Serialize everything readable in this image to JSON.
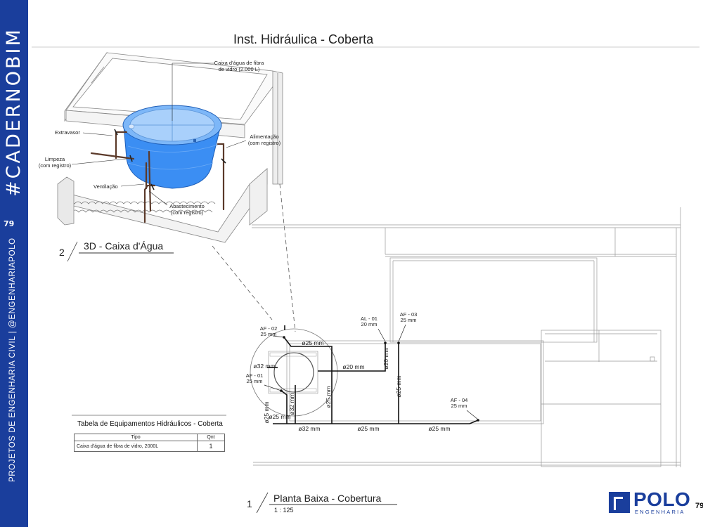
{
  "sidebar": {
    "brand": "#CADERNOBIM",
    "page": "79",
    "subtitle": "PROJETOS DE ENGENHARIA CIVIL | @ENGENHARIAPOLO"
  },
  "header": {
    "title": "Inst. Hidráulica - Coberta"
  },
  "view3d": {
    "number": "2",
    "title": "3D - Caixa d'Água",
    "labels": {
      "tank_line1": "Caixa d'água de fibra",
      "tank_line2": "de vidro (2.000 L)",
      "extravasor": "Extravasor",
      "limpeza_line1": "Limpeza",
      "limpeza_line2": "(com registro)",
      "ventilacao": "Ventilação",
      "alimentacao_line1": "Alimentação",
      "alimentacao_line2": "(com registro)",
      "abastecimento_line1": "Abastecimento",
      "abastecimento_line2": "(com registro)"
    }
  },
  "plan": {
    "number": "1",
    "title": "Planta Baixa - Cobertura",
    "scale": "1 : 125",
    "tags": {
      "af02_name": "AF - 02",
      "af02_size": "25 mm",
      "af01_name": "AF - 01",
      "af01_size": "25 mm",
      "al01_name": "AL - 01",
      "al01_size": "20 mm",
      "af03_name": "AF - 03",
      "af03_size": "25 mm",
      "af04_name": "AF - 04",
      "af04_size": "25 mm"
    },
    "dims": {
      "d25_top": "ø25 mm",
      "d32_left": "ø32 mm",
      "d20_h": "ø20 mm",
      "d20_v": "ø20 mm",
      "d25_v_af03": "ø25 mm",
      "d25_v_mid": "ø25 mm",
      "d32_v": "ø32 mm",
      "d25_v_left": "ø25 mm",
      "d25_bottom_left": "ø25 mm",
      "d32_bottom": "ø32 mm",
      "d25_bottom_mid": "ø25 mm",
      "d25_bottom_right": "ø25 mm"
    }
  },
  "table": {
    "title": "Tabela de Equipamentos Hidráulicos - Coberta",
    "headers": [
      "Tipo",
      "Qnt"
    ],
    "rows": [
      {
        "tipo": "Caixa d'água de fibra de vidro, 2000L",
        "qnt": "1"
      }
    ]
  },
  "footer": {
    "page": "79",
    "logo_name": "POLO",
    "logo_sub": "ENGENHARIA"
  }
}
